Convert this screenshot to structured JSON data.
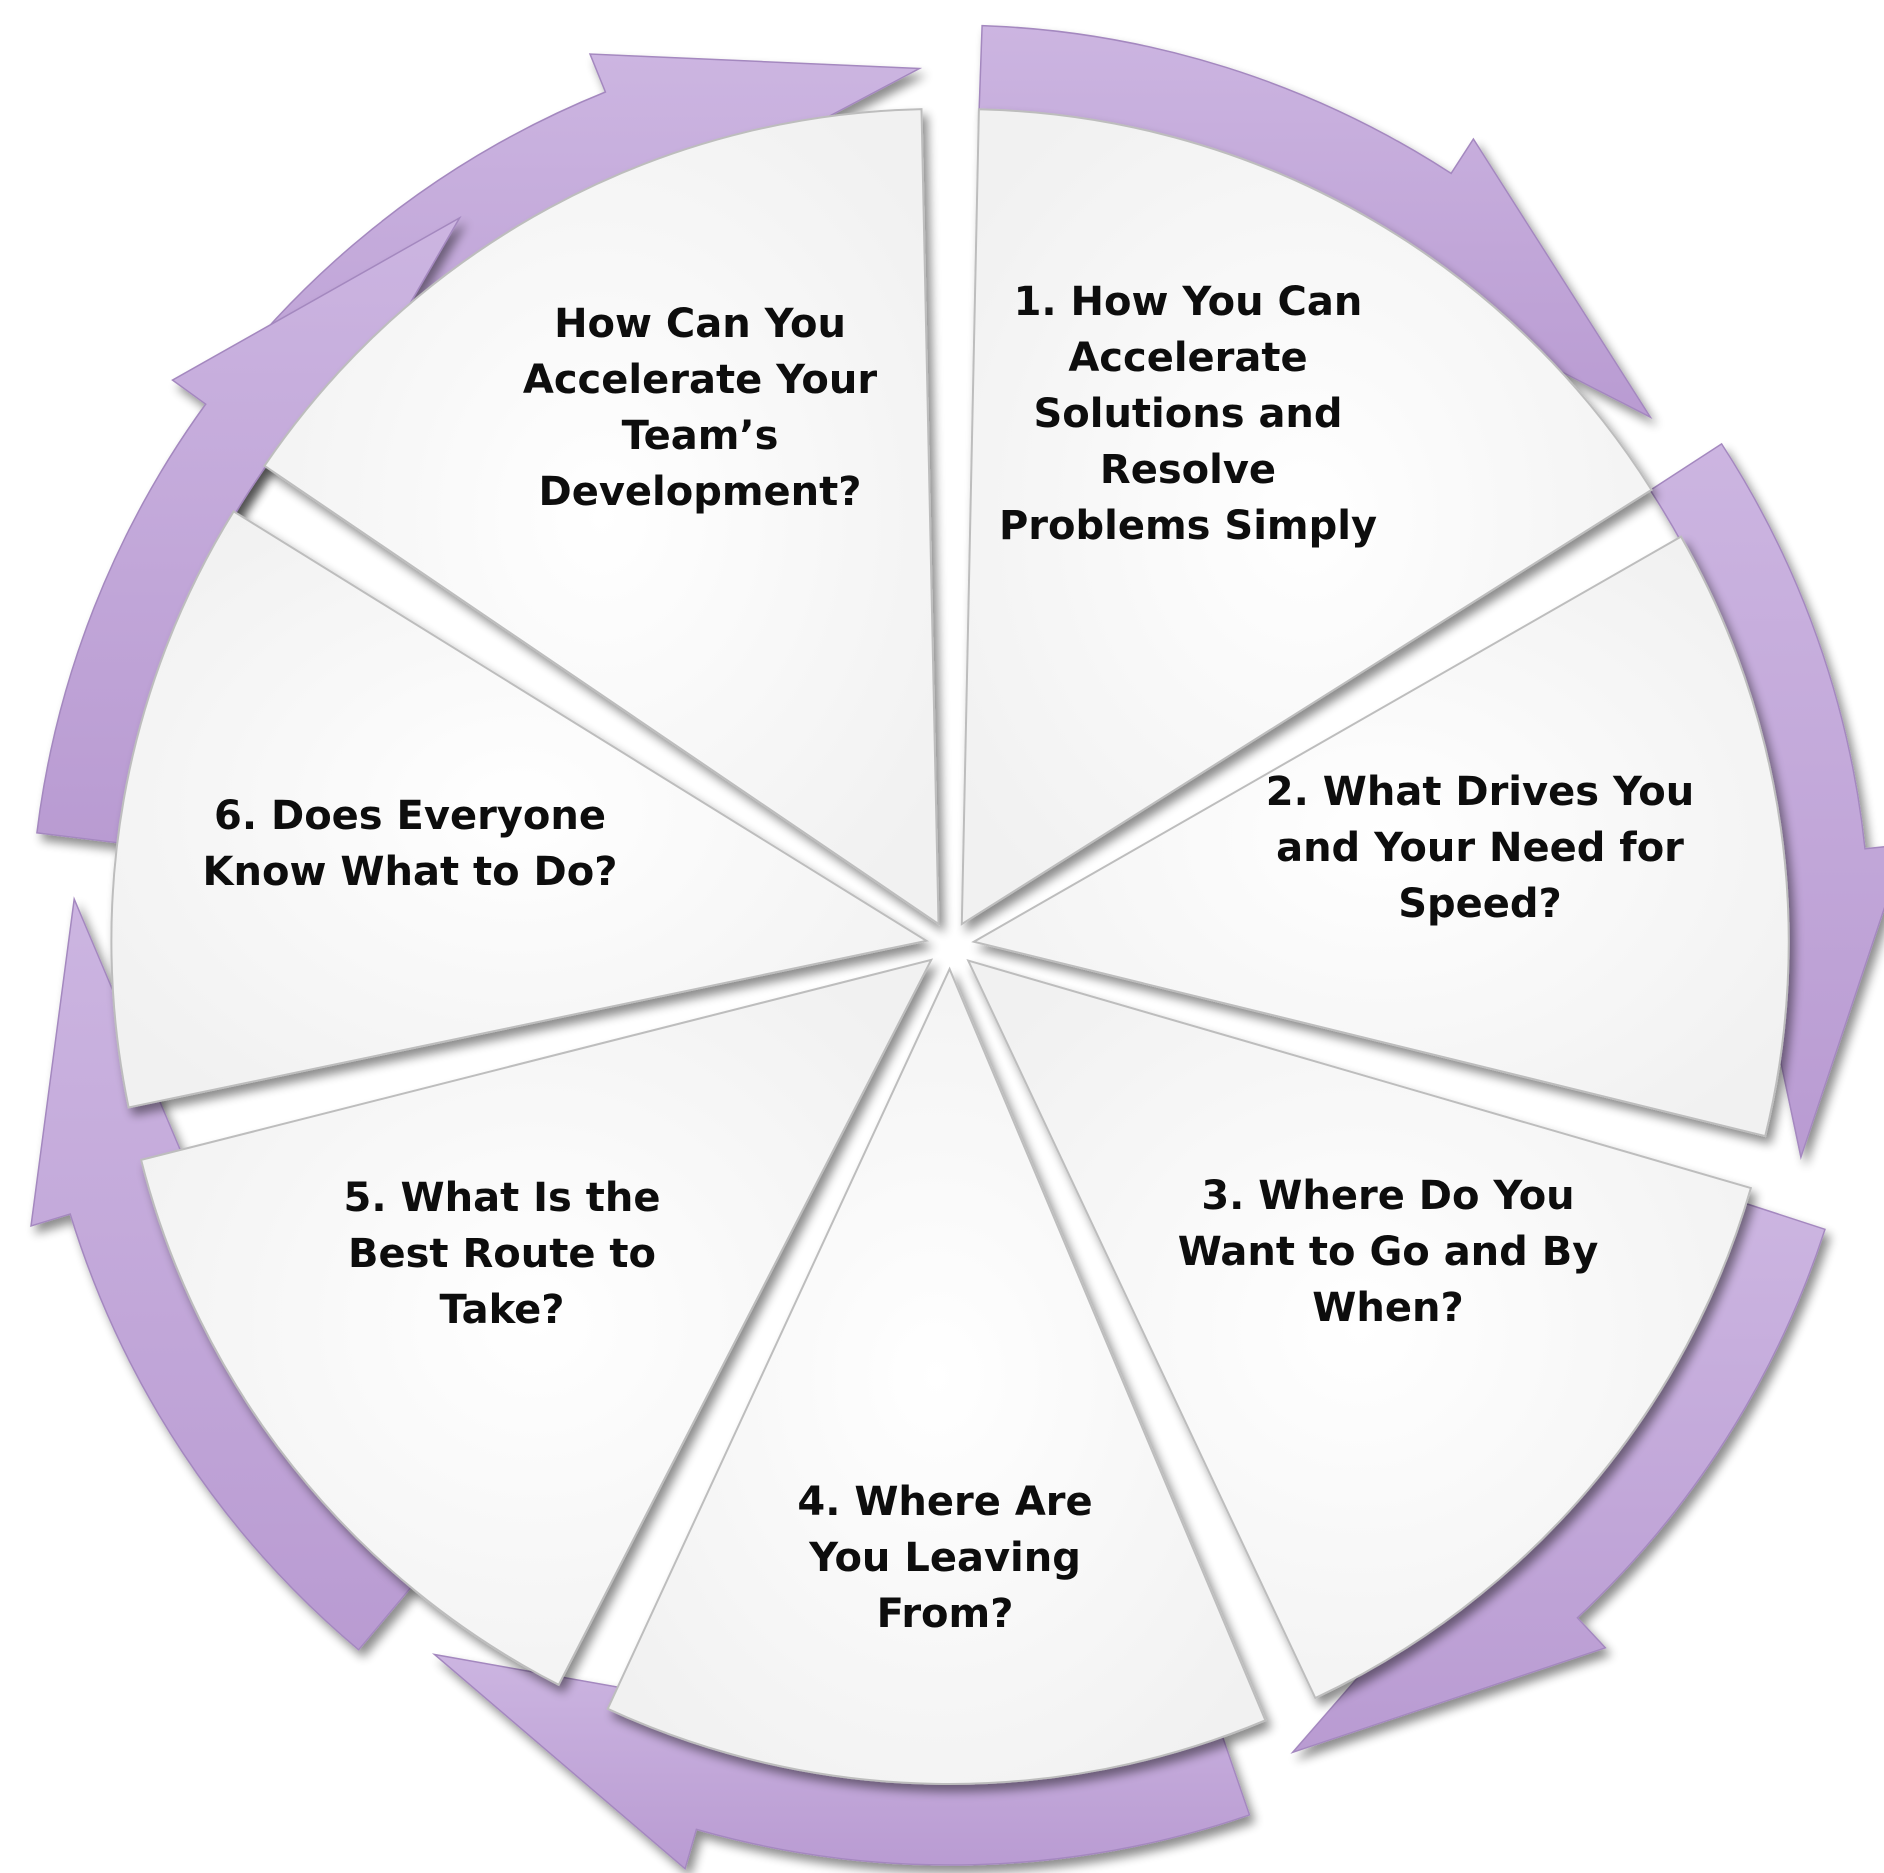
{
  "colors": {
    "arrow_light": "#ccb5e1",
    "arrow_dark": "#b99bd2",
    "arrow_edge": "#a488bf",
    "wedge_fill": "#f1f1f1",
    "wedge_edge": "#bdbdbd",
    "text": "#0d0d0d"
  },
  "segments": [
    {
      "id": "how-can-you-accelerate",
      "lines": [
        "How Can You",
        "Accelerate Your",
        "Team’s",
        "Development?"
      ]
    },
    {
      "id": "step-1",
      "lines": [
        "1. How You Can",
        "Accelerate",
        "Solutions and",
        "Resolve",
        "Problems Simply"
      ]
    },
    {
      "id": "step-2",
      "lines": [
        "2. What Drives You",
        "and Your Need for",
        "Speed?"
      ]
    },
    {
      "id": "step-3",
      "lines": [
        "3. Where Do You",
        "Want to Go and By",
        "When?"
      ]
    },
    {
      "id": "step-4",
      "lines": [
        "4. Where Are",
        "You Leaving",
        "From?"
      ]
    },
    {
      "id": "step-5",
      "lines": [
        "5. What Is the",
        "Best Route to",
        "Take?"
      ]
    },
    {
      "id": "step-6",
      "lines": [
        "6. Does Everyone",
        "Know What to Do?"
      ]
    }
  ]
}
